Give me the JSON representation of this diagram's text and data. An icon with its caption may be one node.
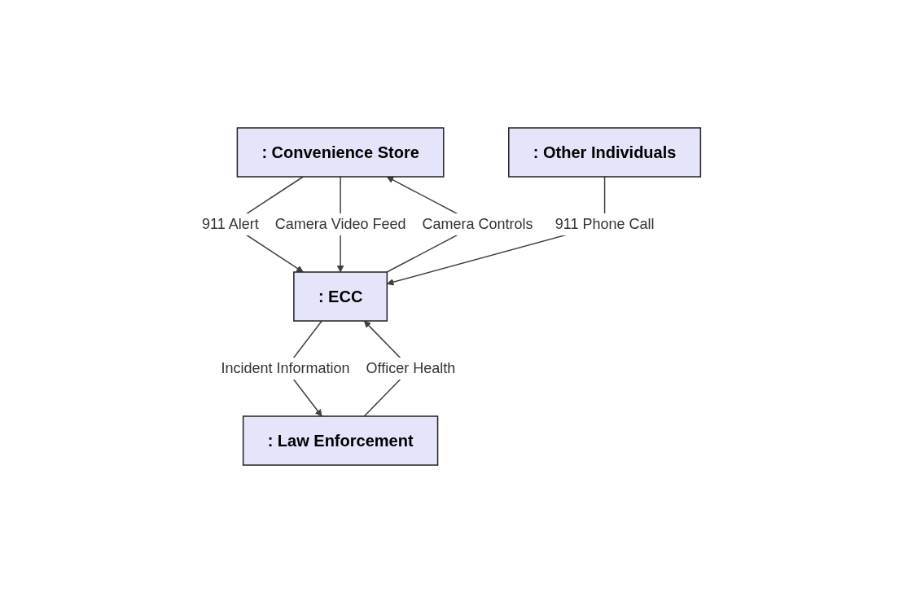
{
  "diagram": {
    "nodes": [
      {
        "text": [
          ": Convenience Store"
        ]
      },
      {
        "text": [
          ": ECC"
        ]
      },
      {
        "text": [
          ": Law Enforcement"
        ]
      },
      {
        "text": [
          ": Other Individuals"
        ]
      }
    ],
    "edges": [
      {
        "from": 0,
        "to": 1,
        "arrow": "to",
        "label": "911 Alert"
      },
      {
        "from": 1,
        "to": 0,
        "arrow": "to",
        "label": "Camera Controls"
      },
      {
        "from": 0,
        "to": 1,
        "arrow": "to",
        "label": "Camera Video Feed"
      },
      {
        "from": 1,
        "to": 2,
        "arrow": "to",
        "label": "Incident Information"
      },
      {
        "from": 2,
        "to": 1,
        "arrow": "to",
        "label": "Officer Health"
      },
      {
        "from": 3,
        "to": 1,
        "arrow": "to",
        "label": "911 Phone Call"
      }
    ]
  }
}
